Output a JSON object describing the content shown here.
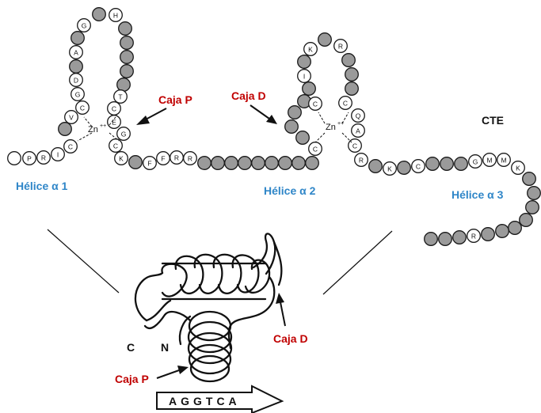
{
  "labels": {
    "caja_p_top": "Caja P",
    "caja_d_top": "Caja D",
    "cte": "CTE",
    "helix1": "Hélice α 1",
    "helix2": "Hélice α 2",
    "helix3": "Hélice α 3",
    "caja_d_bottom": "Caja D",
    "caja_p_bottom": "Caja P",
    "c_terminus": "C",
    "n_terminus": "N",
    "dna_sequence": "AGGTCA"
  },
  "zinc_fingers": {
    "zn1_symbol": "Zn",
    "zn1_charge": "++",
    "zn2_symbol": "Zn",
    "zn2_charge": "++"
  },
  "residues": {
    "n_start": [
      "P",
      "R",
      "I",
      "C"
    ],
    "finger1_left": [
      "V",
      "C",
      "G",
      "D",
      "A",
      "G",
      "H"
    ],
    "finger1_right": [
      "T",
      "C",
      "E",
      "G",
      "C",
      "K"
    ],
    "linker1": [
      "F",
      "F",
      "R",
      "R"
    ],
    "finger2_left": [
      "C",
      "I",
      "K",
      "R"
    ],
    "finger2_right": [
      "Q",
      "A",
      "C",
      "R",
      "K",
      "C"
    ],
    "cte_strand": [
      "G",
      "M",
      "M",
      "K",
      "R"
    ]
  },
  "colors": {
    "box_label": "#c00000",
    "helix_label": "#2f86c8",
    "grey_residue": "#9a9a9a"
  }
}
